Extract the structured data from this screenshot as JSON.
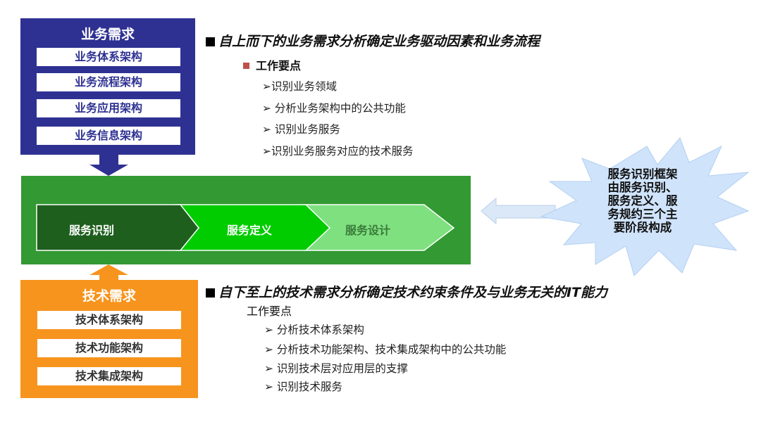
{
  "business": {
    "title": "业务需求",
    "items": [
      "业务体系架构",
      "业务流程架构",
      "业务应用架构",
      "业务信息架构"
    ]
  },
  "technical": {
    "title": "技术需求",
    "items": [
      "技术体系架构",
      "技术功能架构",
      "技术集成架构"
    ]
  },
  "process": {
    "steps": [
      "服务识别",
      "服务定义",
      "服务设计"
    ]
  },
  "top_section": {
    "heading": "自上而下的业务需求分析确定业务驱动因素和业务流程",
    "subheading": "工作要点",
    "bullets": [
      "➢识别业务领域",
      "➢ 分析业务架构中的公共功能",
      "➢ 识别业务服务",
      "➢识别业务服务对应的技术服务"
    ]
  },
  "bottom_section": {
    "heading": "自下至上的技术需求分析确定技术约束条件及与业务无关的IT能力",
    "subheading": "工作要点",
    "bullets": [
      "➢ 分析技术体系架构",
      "➢ 分析技术功能架构、技术集成架构中的公共功能",
      "➢ 识别技术层对应用层的支撑",
      "➢ 识别技术服务"
    ]
  },
  "callout": {
    "lines": [
      "服务识别框架",
      "由服务识别、",
      "服务定义、服",
      "务规约三个主",
      "要阶段构成"
    ]
  },
  "colors": {
    "business_blue": "#2e3192",
    "tech_orange": "#f7941d",
    "band_green": "#339933",
    "step1": "#1e5f1e",
    "step2": "#00cc00",
    "step3": "#7fe07f",
    "burst": "#cfe3fb",
    "bullet_red": "#c0504d"
  }
}
